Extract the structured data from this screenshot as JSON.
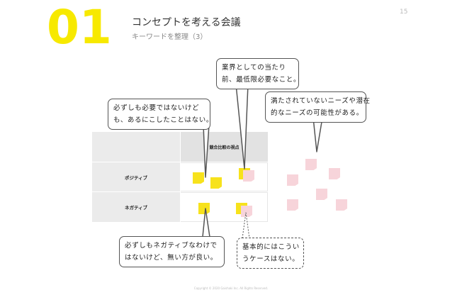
{
  "header": {
    "number": "01",
    "title": "コンセプトを考える会議",
    "subtitle": "キーワードを整理（3）",
    "page_number": "15"
  },
  "footer": {
    "copyright": "Copyright © 2020 Gaishaki Inc. All Rights Reserved."
  },
  "table": {
    "header": "競合比較の視点",
    "rows": [
      "ポジティブ",
      "ネガティブ"
    ]
  },
  "callouts": {
    "industry_line1": "業界としての当たり",
    "industry_line2": "前、最低限必要なこと。",
    "not_required_line1": "必ずしも必要ではないけど",
    "not_required_line2": "も、あるにこしたことはない。",
    "unmet_line1": "満たされていないニーズや潜在",
    "unmet_line2": "的なニーズの可能性がある。",
    "negative_line1": "必ずしもネガティブなわけで",
    "negative_line2": "はないけど、無い方が良い。",
    "basic_line1": "基本的にはこうい",
    "basic_line2": "うケースはない。"
  },
  "colors": {
    "accent_yellow": "#f7e900",
    "sticky_yellow": "#f7e21c",
    "sticky_pink": "#f7d4da"
  }
}
